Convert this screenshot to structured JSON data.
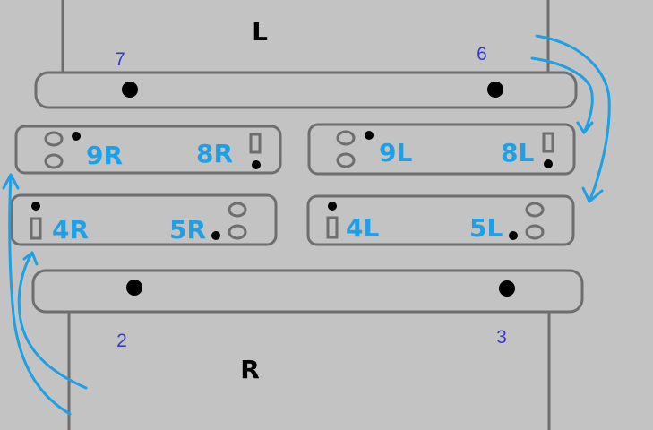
{
  "labels": {
    "top": "L",
    "bottom": "R",
    "pos_7": "7",
    "pos_6": "6",
    "pos_2": "2",
    "pos_3": "3"
  },
  "blocks": {
    "9R": "9R",
    "8R": "8R",
    "9L": "9L",
    "8L": "8L",
    "4R": "4R",
    "5R": "5R",
    "4L": "4L",
    "5L": "5L"
  },
  "colors": {
    "background": "#c3c3c3",
    "outline": "#6e6e6e",
    "accent_blue": "#1f9fe4",
    "number_blue": "#3a3ac8",
    "dot": "#000000"
  }
}
